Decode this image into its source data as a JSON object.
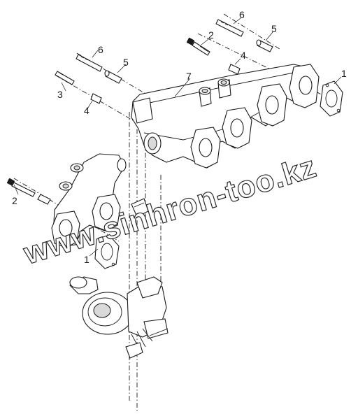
{
  "watermark": "www.sinhron-too.kz",
  "callouts": {
    "c1_upper": "1",
    "c1_lower": "1",
    "c2_upper": "2",
    "c2_lower": "2",
    "c3": "3",
    "c4_left": "4",
    "c4_right": "4",
    "c5_left": "5",
    "c5_right": "5",
    "c6_left": "6",
    "c6_right": "6",
    "c7": "7"
  }
}
